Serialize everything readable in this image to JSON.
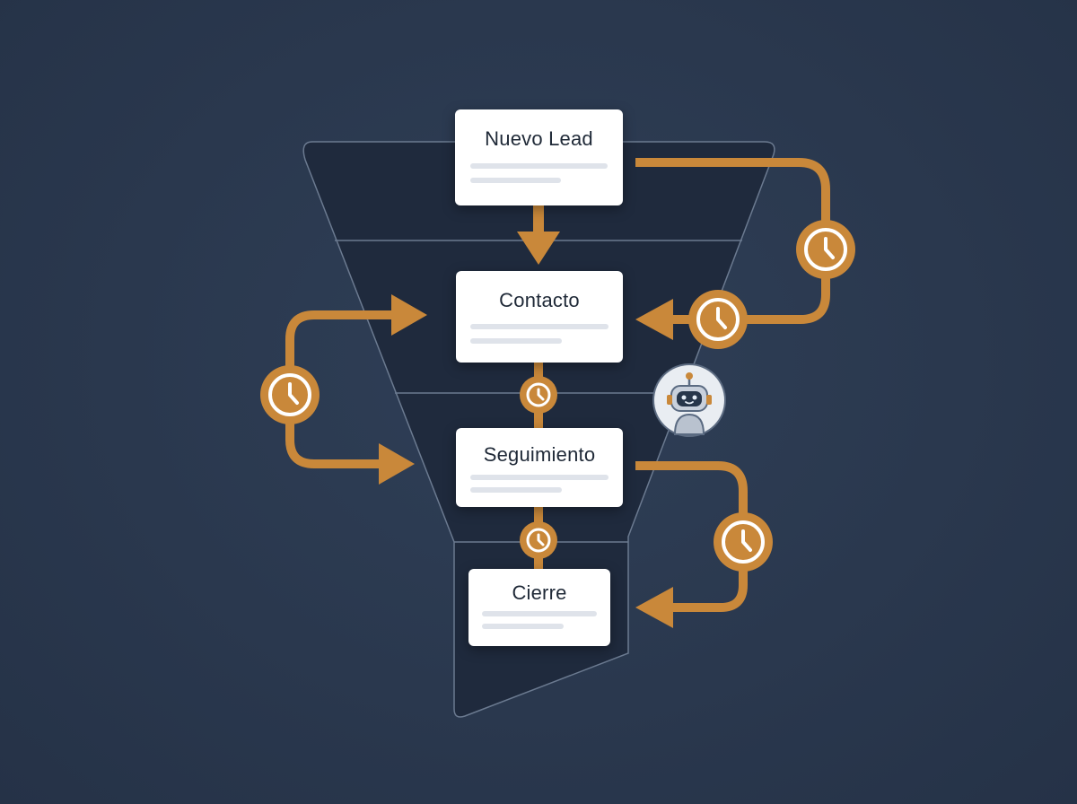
{
  "stages": [
    {
      "id": "nuevo",
      "title": "Nuevo Lead"
    },
    {
      "id": "contacto",
      "title": "Contacto"
    },
    {
      "id": "seguimiento",
      "title": "Seguimiento"
    },
    {
      "id": "cierre",
      "title": "Cierre"
    }
  ],
  "icons": {
    "timer": "clock-icon",
    "automation": "robot-icon"
  },
  "colors": {
    "background": "#2b3a51",
    "funnel_fill": "#1f2a3d",
    "funnel_stroke": "#6b7a90",
    "flow": "#c9883a",
    "card": "#ffffff",
    "card_text": "#1f2937",
    "placeholder_line": "#dfe3ea"
  }
}
